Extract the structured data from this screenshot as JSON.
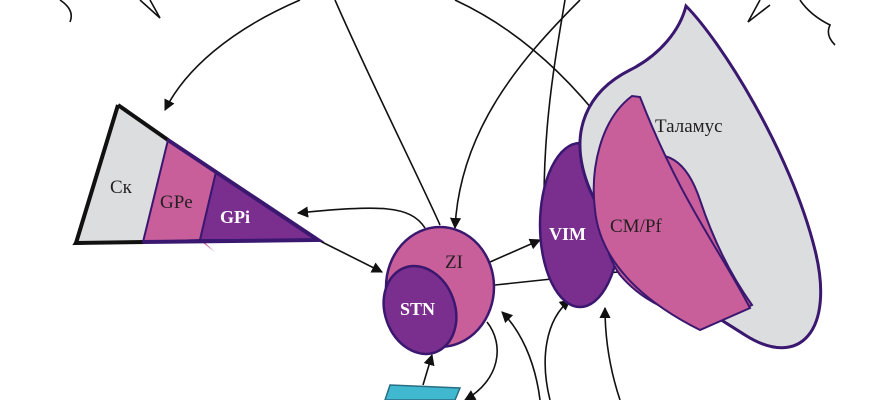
{
  "labels": {
    "striatum": "Ск",
    "gpe": "GPe",
    "gpi": "GPi",
    "zi": "ZI",
    "stn": "STN",
    "vim": "VIM",
    "cmpf": "CM/Pf",
    "thalamus": "Таламус"
  },
  "colors": {
    "gray": "#dcddde",
    "pink": "#c95f9a",
    "purple": "#7a2e8e",
    "outline": "#3b1870",
    "cyan": "#3fb8d0"
  }
}
